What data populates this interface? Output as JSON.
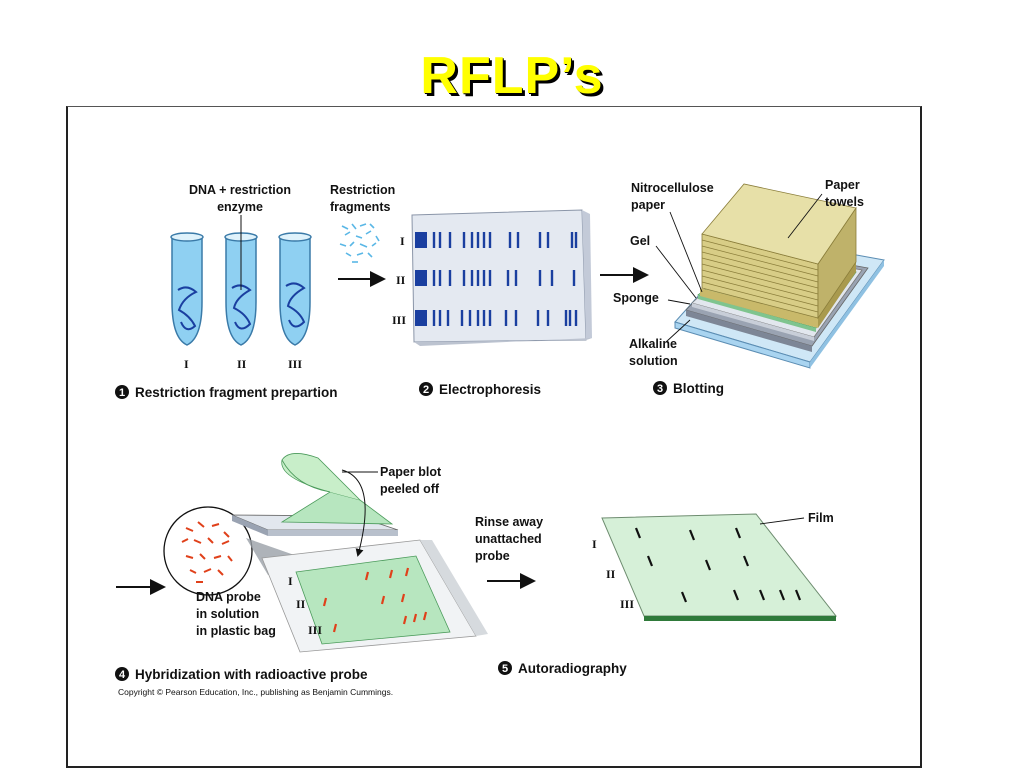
{
  "title": "RFLP’s",
  "steps": [
    {
      "num": "1",
      "label": "Restriction fragment prepartion"
    },
    {
      "num": "2",
      "label": "Electrophoresis"
    },
    {
      "num": "3",
      "label": "Blotting"
    },
    {
      "num": "4",
      "label": "Hybridization with radioactive probe"
    },
    {
      "num": "5",
      "label": "Autoradiography"
    }
  ],
  "labels": {
    "dna_enzyme_1": "DNA + restriction",
    "dna_enzyme_2": "enzyme",
    "fragments_1": "Restriction",
    "fragments_2": "fragments",
    "nitro_1": "Nitrocellulose",
    "nitro_2": "paper",
    "paper_1": "Paper",
    "paper_2": "towels",
    "gel": "Gel",
    "sponge": "Sponge",
    "alkaline_1": "Alkaline",
    "alkaline_2": "solution",
    "blot_1": "Paper blot",
    "blot_2": "peeled off",
    "probe_1": "DNA probe",
    "probe_2": "in solution",
    "probe_3": "in plastic bag",
    "rinse_1": "Rinse away",
    "rinse_2": "unattached",
    "rinse_3": "probe",
    "film": "Film"
  },
  "romans": [
    "I",
    "II",
    "III"
  ],
  "copyright": "Copyright © Pearson Education, Inc., publishing as Benjamin Cummings.",
  "colors": {
    "title": "#ffff00",
    "tube_fill": "#8fd0f2",
    "band": "#1a3fa0",
    "blot_green": "#b7e6bf",
    "probe_band": "#e0401a",
    "towel": "#e7e0a8",
    "solution": "#a9d4f0"
  }
}
